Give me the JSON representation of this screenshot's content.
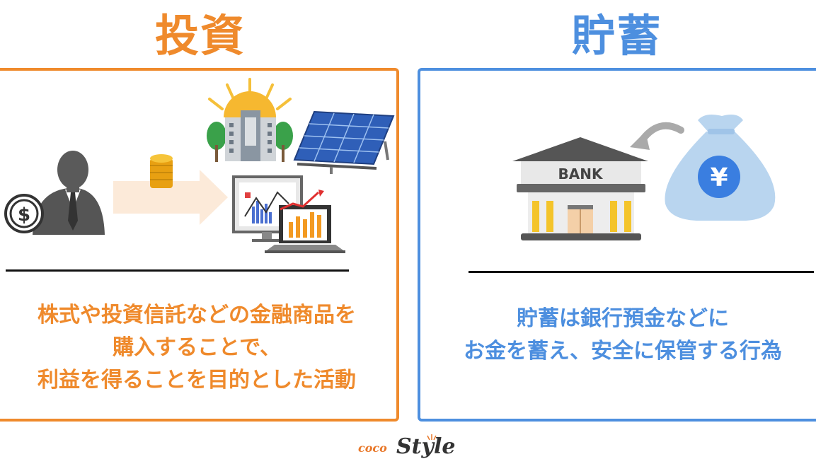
{
  "left": {
    "title": "投資",
    "description": [
      "株式や投資信託などの金融商品を",
      "購入することで、",
      "利益を得ることを目的とした活動"
    ],
    "accent_color": "#ef8a2c",
    "icons": [
      "investor-icon",
      "coins-icon",
      "arrow-right-icon",
      "building-icon",
      "solar-panel-icon",
      "monitor-chart-icon",
      "laptop-chart-icon"
    ]
  },
  "right": {
    "title": "貯蓄",
    "bank_label": "BANK",
    "yen_symbol": "¥",
    "description": [
      "貯蓄は銀行預金などに",
      "お金を蓄え、安全に保管する行為"
    ],
    "accent_color": "#4d8fdf",
    "icons": [
      "bank-icon",
      "money-bag-icon",
      "curved-arrow-icon"
    ]
  },
  "brand": {
    "coco": "coco",
    "style": "Style"
  }
}
